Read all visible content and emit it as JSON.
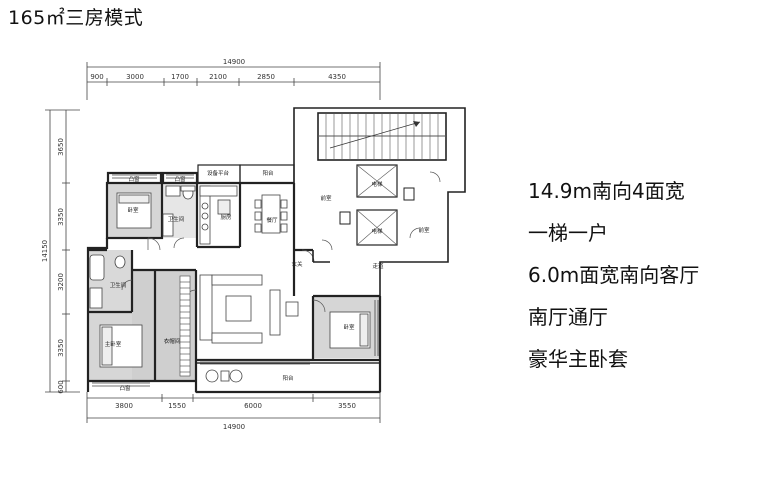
{
  "title": "165㎡三房模式",
  "features": [
    "14.9m南向4面宽",
    "一梯一户",
    "6.0m面宽南向客厅",
    "南厅通厅",
    "豪华主卧套"
  ],
  "dimensions": {
    "top_total": "14900",
    "top_segments": [
      "900",
      "3000",
      "1700",
      "2100",
      "2850",
      "4350"
    ],
    "bottom_segments": [
      "3800",
      "1550",
      "6000",
      "3550"
    ],
    "bottom_total": "14900",
    "left_total": "14150",
    "left_segments": [
      "3650",
      "3350",
      "3200",
      "3350",
      "600"
    ]
  },
  "rooms": {
    "window_bay_top_left": "凸窗",
    "window_bay_top_mid": "凸窗",
    "equipment_platform": "设备平台",
    "balcony_top": "阳台",
    "bedroom_top_left": "卧室",
    "bathroom_top": "卫生间",
    "kitchen": "厨房",
    "dining": "餐厅",
    "entrance": "玄关",
    "bathroom_master": "卫生间",
    "master_bedroom": "主卧室",
    "wardrobe": "衣帽间",
    "bedroom_right": "卧室",
    "window_bay_bottom": "凸窗",
    "balcony_bottom": "阳台",
    "core_room_1": "前室",
    "core_room_2": "前室",
    "corridor": "走道",
    "elevator_1": "电梯",
    "elevator_2": "电梯"
  }
}
